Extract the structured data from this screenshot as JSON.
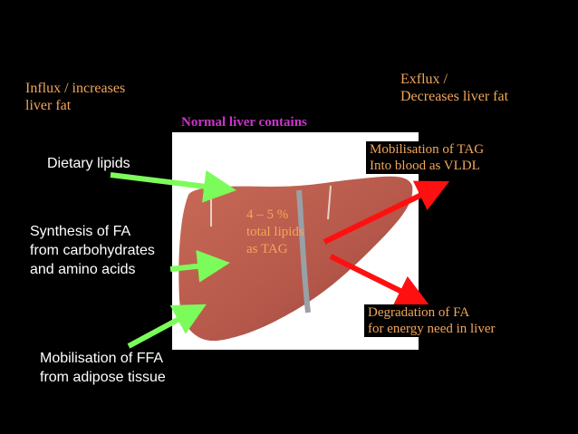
{
  "influx_heading": "Influx / increases\nliver fat",
  "exflux_heading": "Exflux /\nDecreases liver fat",
  "liver_title": "Normal liver contains",
  "liver_content": "4 – 5 %\ntotal lipids\nas TAG",
  "inputs": {
    "dietary": "Dietary lipids",
    "synthesis": "Synthesis of FA\nfrom carbohydrates\nand amino acids",
    "mobilisation_ffa": "Mobilisation of FFA\nfrom adipose tissue"
  },
  "outputs": {
    "vldl": "Mobilisation of TAG\nInto blood as VLDL",
    "degradation": "Degradation of FA\nfor energy need in liver"
  },
  "colors": {
    "influx_arrow": "#7cfc5a",
    "exflux_arrow": "#ff1010",
    "liver": "#b85a48",
    "heading": "#f2a65a",
    "title": "#cc33cc"
  }
}
